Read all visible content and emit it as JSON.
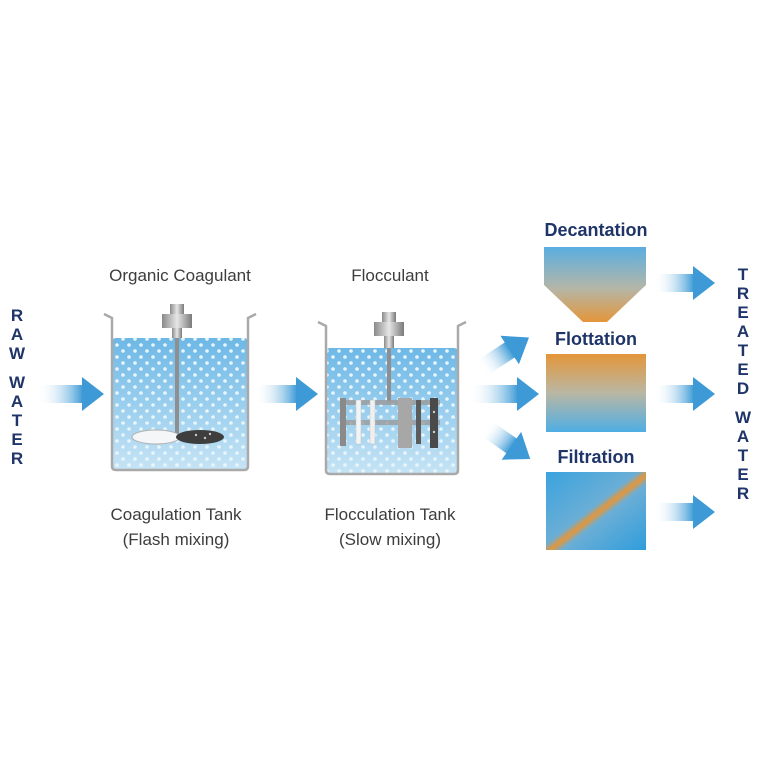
{
  "input": {
    "letters": [
      "R",
      "A",
      "W",
      "",
      "W",
      "A",
      "T",
      "E",
      "R"
    ]
  },
  "output": {
    "letters": [
      "T",
      "R",
      "E",
      "A",
      "T",
      "E",
      "D",
      "",
      "W",
      "A",
      "T",
      "E",
      "R"
    ]
  },
  "tanks": [
    {
      "top_label": "Organic Coagulant",
      "name": "Coagulation Tank",
      "mode": "(Flash mixing)"
    },
    {
      "top_label": "Flocculant",
      "name": "Flocculation Tank",
      "mode": "(Slow mixing)"
    }
  ],
  "separation": [
    {
      "name": "Decantation"
    },
    {
      "name": "Flottation"
    },
    {
      "name": "Filtration"
    }
  ],
  "colors": {
    "title_navy": "#1f3468",
    "water_blue": "#8fc9ea",
    "arrow_blue": "#3d9ad6",
    "sludge_orange": "#e4963a"
  }
}
